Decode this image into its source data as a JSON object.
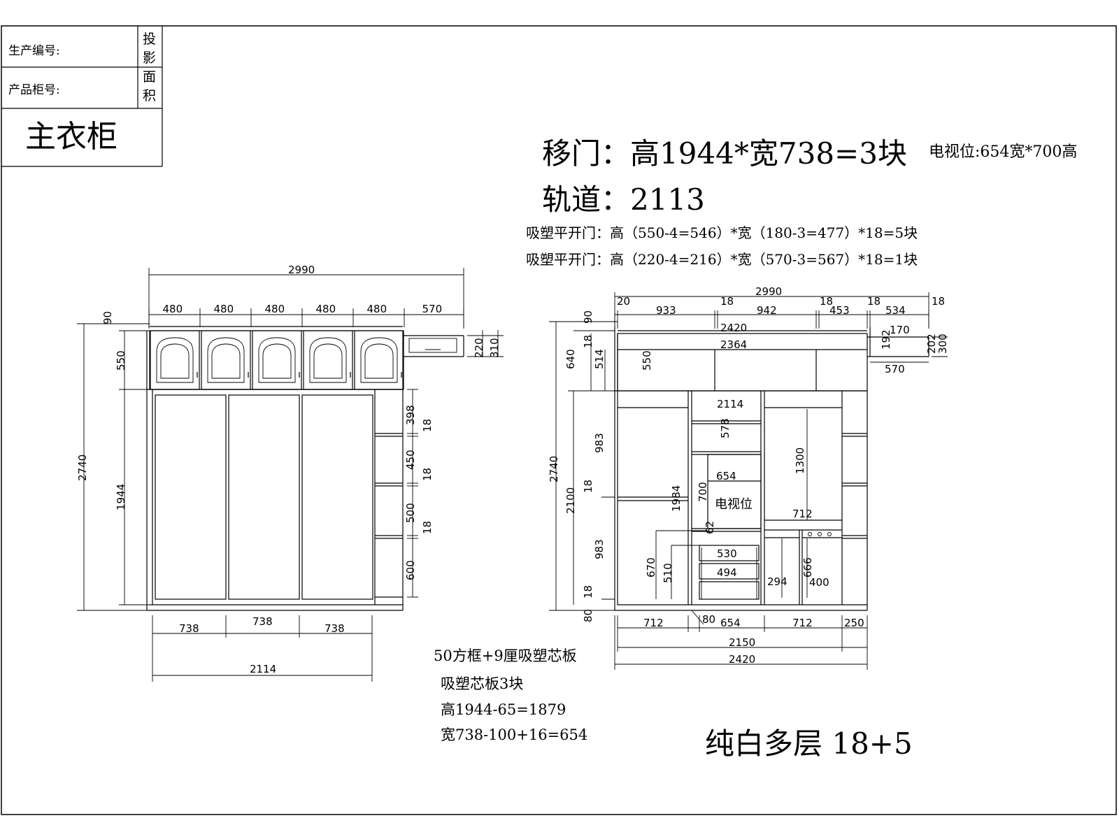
{
  "title_block": {
    "production_no_label": "生产编号:",
    "cabinet_no_label": "产品柜号:",
    "projection_area_label": "投影面积",
    "cabinet_name": "主衣柜"
  },
  "header": {
    "sliding_door": "移门：高1944*宽738=3块",
    "track": "轨道：2113",
    "tv_position": "电视位:654宽*700高",
    "door_line_1": "吸塑平开门：高（550-4=546）*宽（180-3=477）*18=5块",
    "door_line_2": "吸塑平开门：高（220-4=216）*宽（570-3=567）*18=1块"
  },
  "front_view": {
    "overall_width": "2990",
    "top_widths": [
      "480",
      "480",
      "480",
      "480",
      "480",
      "570"
    ],
    "left_overall": "2740",
    "left_door_height": "1944",
    "left_top_90": "90",
    "left_550": "550",
    "right_top": [
      "220",
      "310"
    ],
    "side_shelves": [
      "398",
      "18",
      "450",
      "18",
      "500",
      "18",
      "600"
    ],
    "bottom_widths": [
      "738",
      "738",
      "738"
    ],
    "bottom_total": "2114"
  },
  "notes": {
    "line1": "50方框+9厘吸塑芯板",
    "line2": "吸塑芯板3块",
    "line3": "高1944-65=1879",
    "line4": "宽738-100+16=654"
  },
  "section_view": {
    "overall_width": "2990",
    "top_dims": [
      "20",
      "933",
      "18",
      "942",
      "18",
      "453",
      "18",
      "534",
      "18"
    ],
    "dim_2420_top": "2420",
    "dim_2364": "2364",
    "dim_170": "170",
    "dim_192": "192",
    "dim_202": "202",
    "dim_300": "300",
    "dim_570": "570",
    "left_overall": "2740",
    "left_640": "640",
    "left_514": "514",
    "left_550": "550",
    "left_90": "90",
    "left_18a": "18",
    "left_2100": "2100",
    "left_983a": "983",
    "left_18b": "18",
    "left_983b": "983",
    "left_18c": "18",
    "left_80": "80",
    "inner_2114": "2114",
    "inner_578": "578",
    "inner_654": "654",
    "inner_700": "700",
    "tv_label": "电视位",
    "inner_1984": "1984",
    "inner_1300": "1300",
    "inner_712": "712",
    "inner_62": "62",
    "inner_670": "670",
    "inner_510": "510",
    "inner_530": "530",
    "inner_494": "494",
    "inner_294": "294",
    "inner_666": "666",
    "inner_400": "400",
    "bottom_dims": [
      "712",
      "80",
      "654",
      "712",
      "250"
    ],
    "bottom_2150": "2150",
    "bottom_2420": "2420"
  },
  "material": "纯白多层  18+5"
}
